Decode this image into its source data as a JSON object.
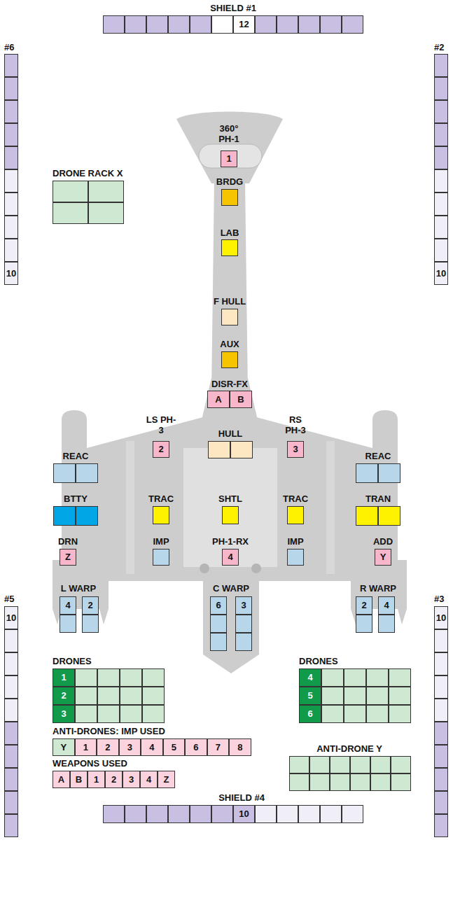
{
  "diagram": {
    "nodes": [
      {
        "text": [
          "SHIELD #1",
          "12"
        ]
      },
      {
        "text": [
          "#6",
          "10"
        ]
      },
      {
        "text": [
          "#2",
          "10"
        ]
      },
      {
        "text": [
          "360° PH-1",
          "1"
        ]
      },
      {
        "text": [
          "BRDG"
        ]
      },
      {
        "text": [
          "DRONE RACK X"
        ]
      },
      {
        "text": [
          "LAB"
        ]
      },
      {
        "text": [
          "F HULL"
        ]
      },
      {
        "text": [
          "AUX"
        ]
      },
      {
        "text": [
          "DISR-FX",
          "A",
          "B"
        ]
      },
      {
        "text": [
          "REAC"
        ]
      },
      {
        "text": [
          "LS PH-3",
          "2"
        ]
      },
      {
        "text": [
          "HULL"
        ]
      },
      {
        "text": [
          "RS PH-3",
          "3"
        ]
      },
      {
        "text": [
          "REAC"
        ]
      },
      {
        "text": [
          "BTTY"
        ]
      },
      {
        "text": [
          "TRAC"
        ]
      },
      {
        "text": [
          "SHTL"
        ]
      },
      {
        "text": [
          "TRAC"
        ]
      },
      {
        "text": [
          "TRAN"
        ]
      },
      {
        "text": [
          "DRN",
          "Z"
        ]
      },
      {
        "text": [
          "IMP"
        ]
      },
      {
        "text": [
          "PH-1-RX",
          "4"
        ]
      },
      {
        "text": [
          "IMP"
        ]
      },
      {
        "text": [
          "ADD",
          "Y"
        ]
      },
      {
        "text": [
          "#5",
          "10"
        ]
      },
      {
        "text": [
          "L WARP",
          "4",
          "2"
        ]
      },
      {
        "text": [
          "C WARP",
          "6",
          "3"
        ]
      },
      {
        "text": [
          "R WARP",
          "2",
          "4"
        ]
      },
      {
        "text": [
          "#3",
          "10"
        ]
      },
      {
        "text": [
          "DRONES",
          "1",
          "2",
          "3"
        ]
      },
      {
        "text": [
          "DRONES",
          "4",
          "5",
          "6"
        ]
      },
      {
        "text": [
          "ANTI-DRONES: IMP USED",
          "Y",
          "1",
          "2",
          "3",
          "4",
          "5",
          "6",
          "7",
          "8"
        ]
      },
      {
        "text": [
          "ANTI-DRONE Y"
        ]
      },
      {
        "text": [
          "WEAPONS USED",
          "A",
          "B",
          "1",
          "2",
          "3",
          "4",
          "Z"
        ]
      },
      {
        "text": [
          "SHIELD #4",
          "10"
        ]
      }
    ]
  }
}
